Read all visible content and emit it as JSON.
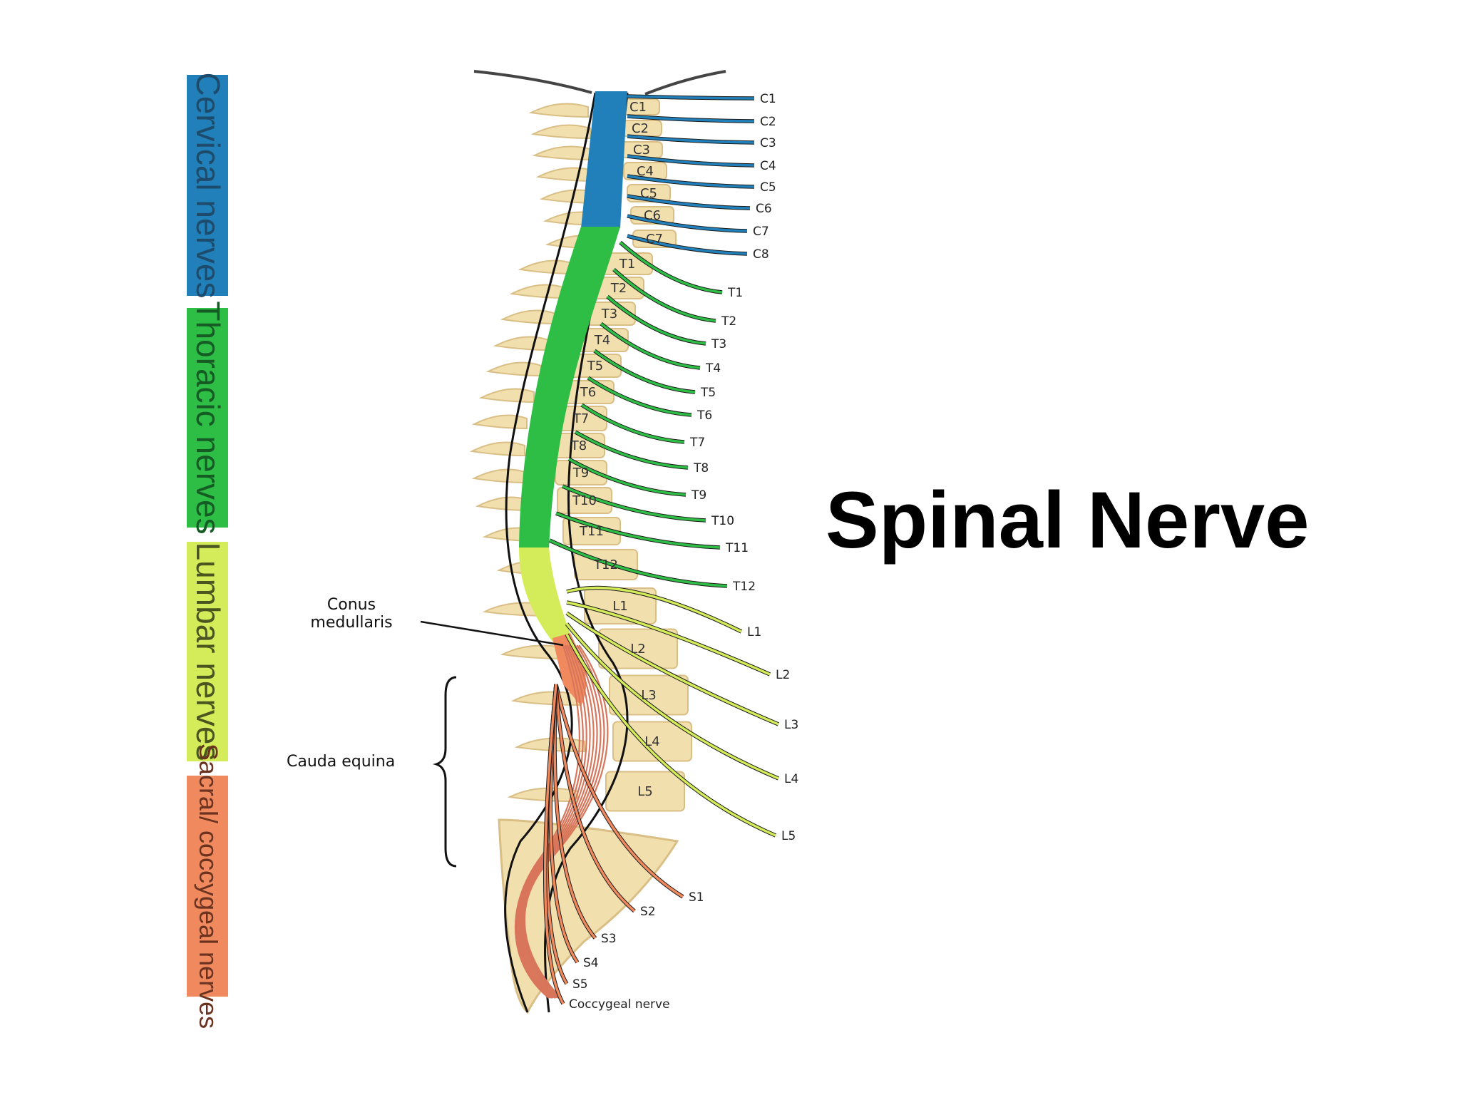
{
  "title": "Spinal Nerve",
  "regions": [
    {
      "label": "Cervical nerves",
      "color": "#2180b9"
    },
    {
      "label": "Thoracic nerves",
      "color": "#2ebd45"
    },
    {
      "label": "Lumbar nerves",
      "color": "#d4ec59"
    },
    {
      "label": "Sacral/ coccygeal nerves",
      "color": "#f08a5e"
    }
  ],
  "vertebra_labels": [
    "C1",
    "C2",
    "C3",
    "C4",
    "C5",
    "C6",
    "C7",
    "T1",
    "T2",
    "T3",
    "T4",
    "T5",
    "T6",
    "T7",
    "T8",
    "T9",
    "T10",
    "T11",
    "T12",
    "L1",
    "L2",
    "L3",
    "L4",
    "L5"
  ],
  "nerve_labels": [
    "C1",
    "C2",
    "C3",
    "C4",
    "C5",
    "C6",
    "C7",
    "C8",
    "T1",
    "T2",
    "T3",
    "T4",
    "T5",
    "T6",
    "T7",
    "T8",
    "T9",
    "T10",
    "T11",
    "T12",
    "L1",
    "L2",
    "L3",
    "L4",
    "L5",
    "S1",
    "S2",
    "S3",
    "S4",
    "S5",
    "Coccygeal nerve"
  ],
  "annotations": {
    "conus_line1": "Conus",
    "conus_line2": "medullaris",
    "cauda": "Cauda equina"
  },
  "colors": {
    "cervical": "#2180b9",
    "thoracic": "#2ebd45",
    "lumbar": "#d4ec59",
    "sacral": "#f08a5e",
    "bone": "#f2dfae",
    "bone_edge": "#d9bf85"
  }
}
